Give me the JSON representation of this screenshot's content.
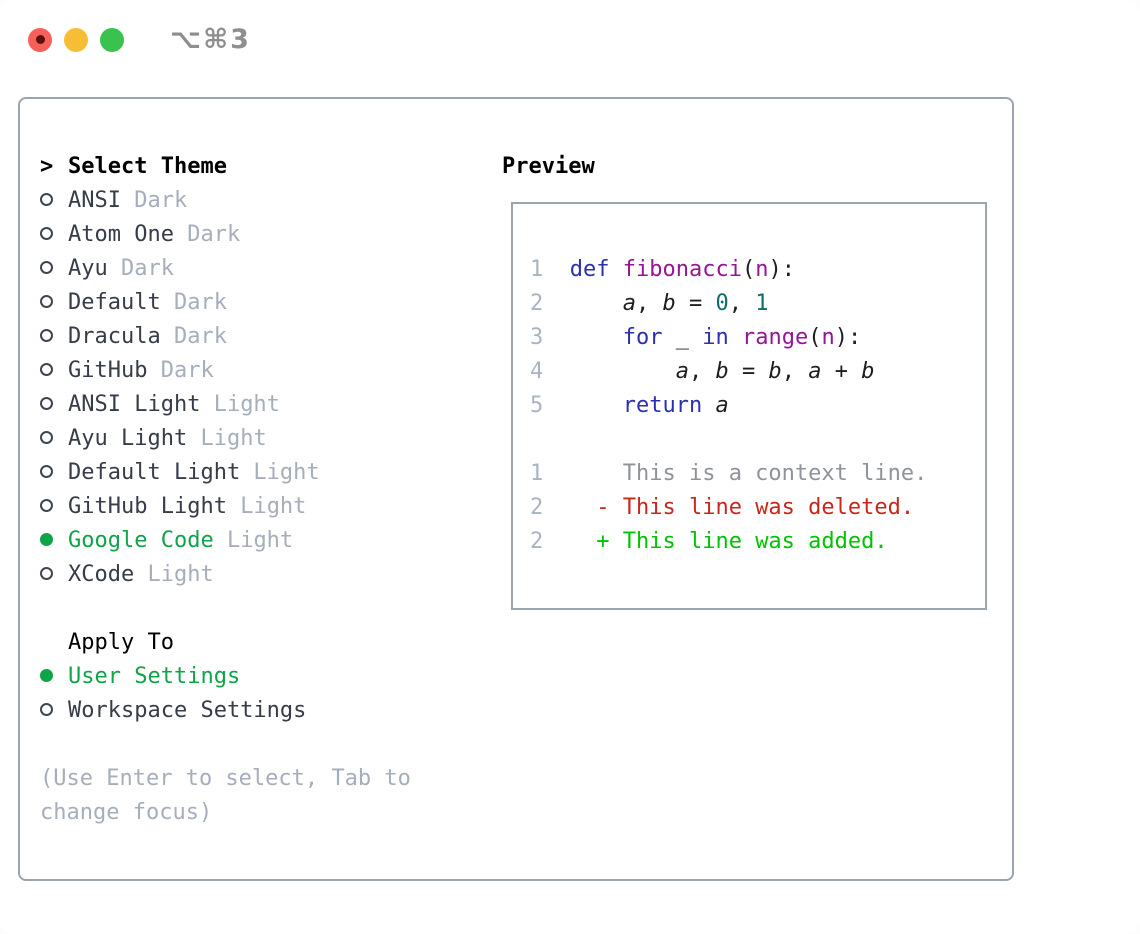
{
  "titlebar": {
    "title": "⌥⌘3",
    "buttons": [
      "close",
      "minimize",
      "zoom"
    ]
  },
  "theme_selector": {
    "focus_indicator": ">",
    "header": "Select Theme",
    "items": [
      {
        "name": "ANSI",
        "variant": "Dark",
        "selected": false
      },
      {
        "name": "Atom One",
        "variant": "Dark",
        "selected": false
      },
      {
        "name": "Ayu",
        "variant": "Dark",
        "selected": false
      },
      {
        "name": "Default",
        "variant": "Dark",
        "selected": false
      },
      {
        "name": "Dracula",
        "variant": "Dark",
        "selected": false
      },
      {
        "name": "GitHub",
        "variant": "Dark",
        "selected": false
      },
      {
        "name": "ANSI Light",
        "variant": "Light",
        "selected": false
      },
      {
        "name": "Ayu Light",
        "variant": "Light",
        "selected": false
      },
      {
        "name": "Default Light",
        "variant": "Light",
        "selected": false
      },
      {
        "name": "GitHub Light",
        "variant": "Light",
        "selected": false
      },
      {
        "name": "Google Code",
        "variant": "Light",
        "selected": true
      },
      {
        "name": "XCode",
        "variant": "Light",
        "selected": false
      }
    ]
  },
  "apply_to": {
    "header": "Apply To",
    "options": [
      {
        "name": "User Settings",
        "selected": true
      },
      {
        "name": "Workspace Settings",
        "selected": false
      }
    ]
  },
  "help_text": [
    "(Use Enter to select, Tab to",
    "change focus)"
  ],
  "preview": {
    "header": "Preview",
    "lines": [
      {
        "num": "1",
        "segments": [
          {
            "text": "def",
            "style": "kw"
          },
          {
            "text": " ",
            "style": "pl"
          },
          {
            "text": "fibonacci",
            "style": "fn"
          },
          {
            "text": "(",
            "style": "pl"
          },
          {
            "text": "n",
            "style": "fn"
          },
          {
            "text": "):",
            "style": "pl"
          }
        ]
      },
      {
        "num": "2",
        "segments": [
          {
            "text": "    ",
            "style": "pl"
          },
          {
            "text": "a",
            "style": "var"
          },
          {
            "text": ", ",
            "style": "pl"
          },
          {
            "text": "b",
            "style": "var"
          },
          {
            "text": " = ",
            "style": "pl"
          },
          {
            "text": "0",
            "style": "lit"
          },
          {
            "text": ", ",
            "style": "pl"
          },
          {
            "text": "1",
            "style": "lit"
          }
        ]
      },
      {
        "num": "3",
        "segments": [
          {
            "text": "    ",
            "style": "pl"
          },
          {
            "text": "for",
            "style": "kw"
          },
          {
            "text": " _ ",
            "style": "pl"
          },
          {
            "text": "in",
            "style": "kw"
          },
          {
            "text": " ",
            "style": "pl"
          },
          {
            "text": "range",
            "style": "fn"
          },
          {
            "text": "(",
            "style": "pl"
          },
          {
            "text": "n",
            "style": "fn"
          },
          {
            "text": "):",
            "style": "pl"
          }
        ]
      },
      {
        "num": "4",
        "segments": [
          {
            "text": "        ",
            "style": "pl"
          },
          {
            "text": "a",
            "style": "var"
          },
          {
            "text": ", ",
            "style": "pl"
          },
          {
            "text": "b",
            "style": "var"
          },
          {
            "text": " = ",
            "style": "pl"
          },
          {
            "text": "b",
            "style": "var"
          },
          {
            "text": ", ",
            "style": "pl"
          },
          {
            "text": "a",
            "style": "var"
          },
          {
            "text": " + ",
            "style": "pl"
          },
          {
            "text": "b",
            "style": "var"
          }
        ]
      },
      {
        "num": "5",
        "segments": [
          {
            "text": "    ",
            "style": "pl"
          },
          {
            "text": "return",
            "style": "kw"
          },
          {
            "text": " ",
            "style": "pl"
          },
          {
            "text": "a",
            "style": "var"
          }
        ]
      },
      {
        "num": "",
        "segments": []
      },
      {
        "num": "1",
        "segments": [
          {
            "text": "    This is a context line.",
            "style": "ctx"
          }
        ]
      },
      {
        "num": "2",
        "segments": [
          {
            "text": "  ",
            "style": "pl"
          },
          {
            "text": "- This line was deleted.",
            "style": "del"
          }
        ]
      },
      {
        "num": "2",
        "segments": [
          {
            "text": "  ",
            "style": "pl"
          },
          {
            "text": "+ This line was added.",
            "style": "add"
          }
        ]
      }
    ]
  },
  "colors": {
    "accent_green": "#10a44a",
    "added_green": "#00c300",
    "deleted_red": "#c9271a",
    "context_gray": "#8f949b",
    "keyword_blue": "#2b2fb0",
    "function_purple": "#961496",
    "number_teal": "#0d6d6d",
    "line_number_gray": "#a9b4c2",
    "muted_label": "#a6aebb",
    "item_text": "#363c48",
    "border_gray": "#9ba4b0",
    "traffic_red": "#f5605a",
    "traffic_yellow": "#f6be35",
    "traffic_green": "#3ac24f",
    "title_gray": "#8e8e8e"
  }
}
